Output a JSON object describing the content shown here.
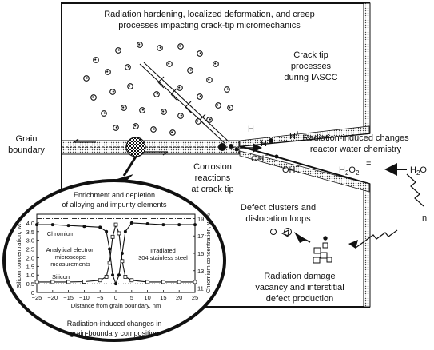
{
  "labels": {
    "hardening_line1": "Radiation hardening, localized deformation, and creep",
    "hardening_line2": "processes impacting crack-tip micromechanics",
    "crack_tip_line1": "Crack tip",
    "crack_tip_line2": "processes",
    "crack_tip_line3": "during IASCC",
    "grain_line1": "Grain",
    "grain_line2": "boundary",
    "water_line1": "Radiation-induced changes",
    "water_line2": "reactor water chemistry",
    "corrosion_line1": "Corrosion",
    "corrosion_line2": "reactions",
    "corrosion_line3": "at crack tip",
    "h": "H",
    "h_plus": "H",
    "h_plus_sup": "+",
    "h2o2": "H",
    "h2o2_sub1": "2",
    "h2o2_o": "O",
    "h2o2_sub2": "2",
    "equals": "=",
    "h2o": "H",
    "h2o_sub": "2",
    "h2o_o": "O",
    "oh_1": "OH",
    "oh_1_sup": "−",
    "oh_2": "OH",
    "oh_2_sup": "−",
    "defect_line1": "Defect clusters and",
    "defect_line2": "dislocation loops",
    "damage_line1": "Radiation damage",
    "damage_line2": "vacancy and interstitial",
    "damage_line3": "defect production",
    "neutron": "n",
    "gb_comp_line1": "Radiation-induced changes in",
    "gb_comp_line2": "grain-boundary composition",
    "hplus2": "H",
    "hplus2_sup": "+"
  },
  "inset": {
    "title_line1": "Enrichment and depletion",
    "title_line2": "of alloying and impurity elements",
    "annotations": {
      "chromium": "Chromium",
      "analytical1": "Analytical electron",
      "analytical2": "microscope",
      "analytical3": "measurements",
      "irradiated1": "Irradiated",
      "irradiated2": "304 stainless steel",
      "silicon": "Silicon"
    }
  },
  "chart_data": {
    "type": "line",
    "xlabel": "Distance from grain boundary, nm",
    "ylabel_left": "Silicon concentration, wt%",
    "ylabel_right": "Chromium concentration, wt%",
    "xlim": [
      -25,
      25
    ],
    "ylim_left": [
      0,
      4.5
    ],
    "ylim_right": [
      10.5,
      19.5
    ],
    "x_ticks": [
      "−25",
      "−20",
      "−15",
      "−10",
      "−5",
      "0",
      "5",
      "10",
      "15",
      "20",
      "25"
    ],
    "y_left_ticks": [
      "0",
      "0.5",
      "1.0",
      "1.5",
      "2.0",
      "2.5",
      "3.0",
      "3.5",
      "4.0"
    ],
    "y_right_ticks": [
      "11",
      "13",
      "15",
      "17",
      "19"
    ],
    "series": [
      {
        "name": "Chromium",
        "axis": "right",
        "x": [
          -25,
          -20,
          -15,
          -10,
          -5,
          -3,
          -2,
          -1,
          0,
          1,
          2,
          3,
          5,
          10,
          15,
          20,
          25
        ],
        "y": [
          18.3,
          18.3,
          18.2,
          18.1,
          18.0,
          17.5,
          15.5,
          12.5,
          11.5,
          12.5,
          15.0,
          17.5,
          18.5,
          18.4,
          18.3,
          18.3,
          18.3
        ]
      },
      {
        "name": "Silicon",
        "axis": "left",
        "x": [
          -25,
          -20,
          -15,
          -10,
          -5,
          -3,
          -2,
          -1,
          0,
          1,
          2,
          3,
          5,
          10,
          15,
          20,
          25
        ],
        "y": [
          0.6,
          0.6,
          0.6,
          0.62,
          0.7,
          0.9,
          1.7,
          3.2,
          3.9,
          3.4,
          1.8,
          0.9,
          0.7,
          0.6,
          0.6,
          0.6,
          0.6
        ]
      }
    ],
    "reference_lines": [
      {
        "axis": "left",
        "y": 4.25,
        "style": "dash-dot"
      },
      {
        "axis": "left",
        "y": 0.5,
        "style": "dotted"
      }
    ]
  }
}
